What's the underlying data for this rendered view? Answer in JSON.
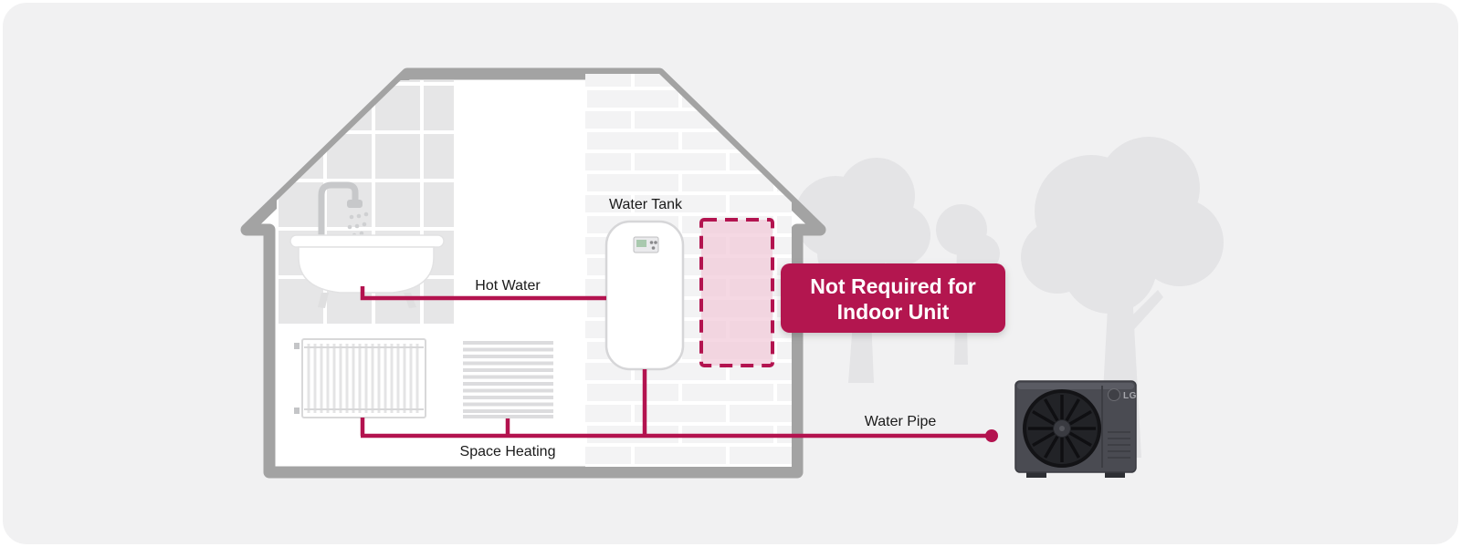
{
  "diagram": {
    "labels": {
      "water_tank": "Water Tank",
      "hot_water": "Hot Water",
      "space_heating": "Space Heating",
      "water_pipe": "Water Pipe"
    },
    "badge": {
      "line1": "Not Required for",
      "line2": "Indoor Unit",
      "color": "#b3134f",
      "text_color": "#ffffff"
    },
    "outdoor_unit": {
      "brand_label": "LG"
    },
    "colors": {
      "pipe_accent": "#b3134f",
      "highlight_fill": "#f2cbd9",
      "house_outline": "#a3a3a3",
      "panel_background": "#f1f1f2"
    }
  }
}
